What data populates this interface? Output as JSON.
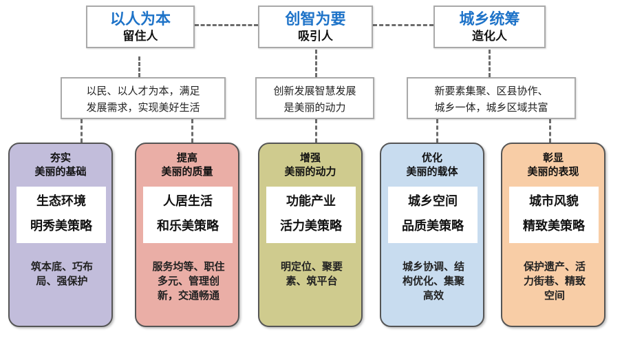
{
  "top": [
    {
      "title": "以人为本",
      "subtitle": "留住人"
    },
    {
      "title": "创智为要",
      "subtitle": "吸引人"
    },
    {
      "title": "城乡统筹",
      "subtitle": "造化人"
    }
  ],
  "middle": [
    {
      "lines": [
        "以民、以人才为本，满足",
        "发展需求，实现美好生活"
      ]
    },
    {
      "lines": [
        "创新发展智慧发展",
        "是美丽的动力"
      ]
    },
    {
      "lines": [
        "新要素集聚、区县协作、",
        "城乡一体，城乡区域共富"
      ]
    }
  ],
  "cards": [
    {
      "head": [
        "夯实",
        "美丽的基础"
      ],
      "focus": "生态环境",
      "strategy": "明秀美策略",
      "desc": [
        "筑本底、巧布",
        "局、强保护"
      ],
      "color": "#c2bddb"
    },
    {
      "head": [
        "提高",
        "美丽的质量"
      ],
      "focus": "人居生活",
      "strategy": "和乐美策略",
      "desc": [
        "服务均等、职住",
        "多元、管理创",
        "新，交通畅通"
      ],
      "color": "#eaaea6"
    },
    {
      "head": [
        "增强",
        "美丽的动力"
      ],
      "focus": "功能产业",
      "strategy": "活力美策略",
      "desc": [
        "明定位、聚要",
        "素、筑平台"
      ],
      "color": "#cfcb8e"
    },
    {
      "head": [
        "优化",
        "美丽的载体"
      ],
      "focus": "城乡空间",
      "strategy": "品质美策略",
      "desc": [
        "城乡协调、结",
        "构优化、集聚",
        "高效"
      ],
      "color": "#c8dcef"
    },
    {
      "head": [
        "彰显",
        "美丽的表现"
      ],
      "focus": "城市风貌",
      "strategy": "精致美策略",
      "desc": [
        "保护遗产、活",
        "力街巷、精致",
        "空间"
      ],
      "color": "#f8cda6"
    }
  ]
}
